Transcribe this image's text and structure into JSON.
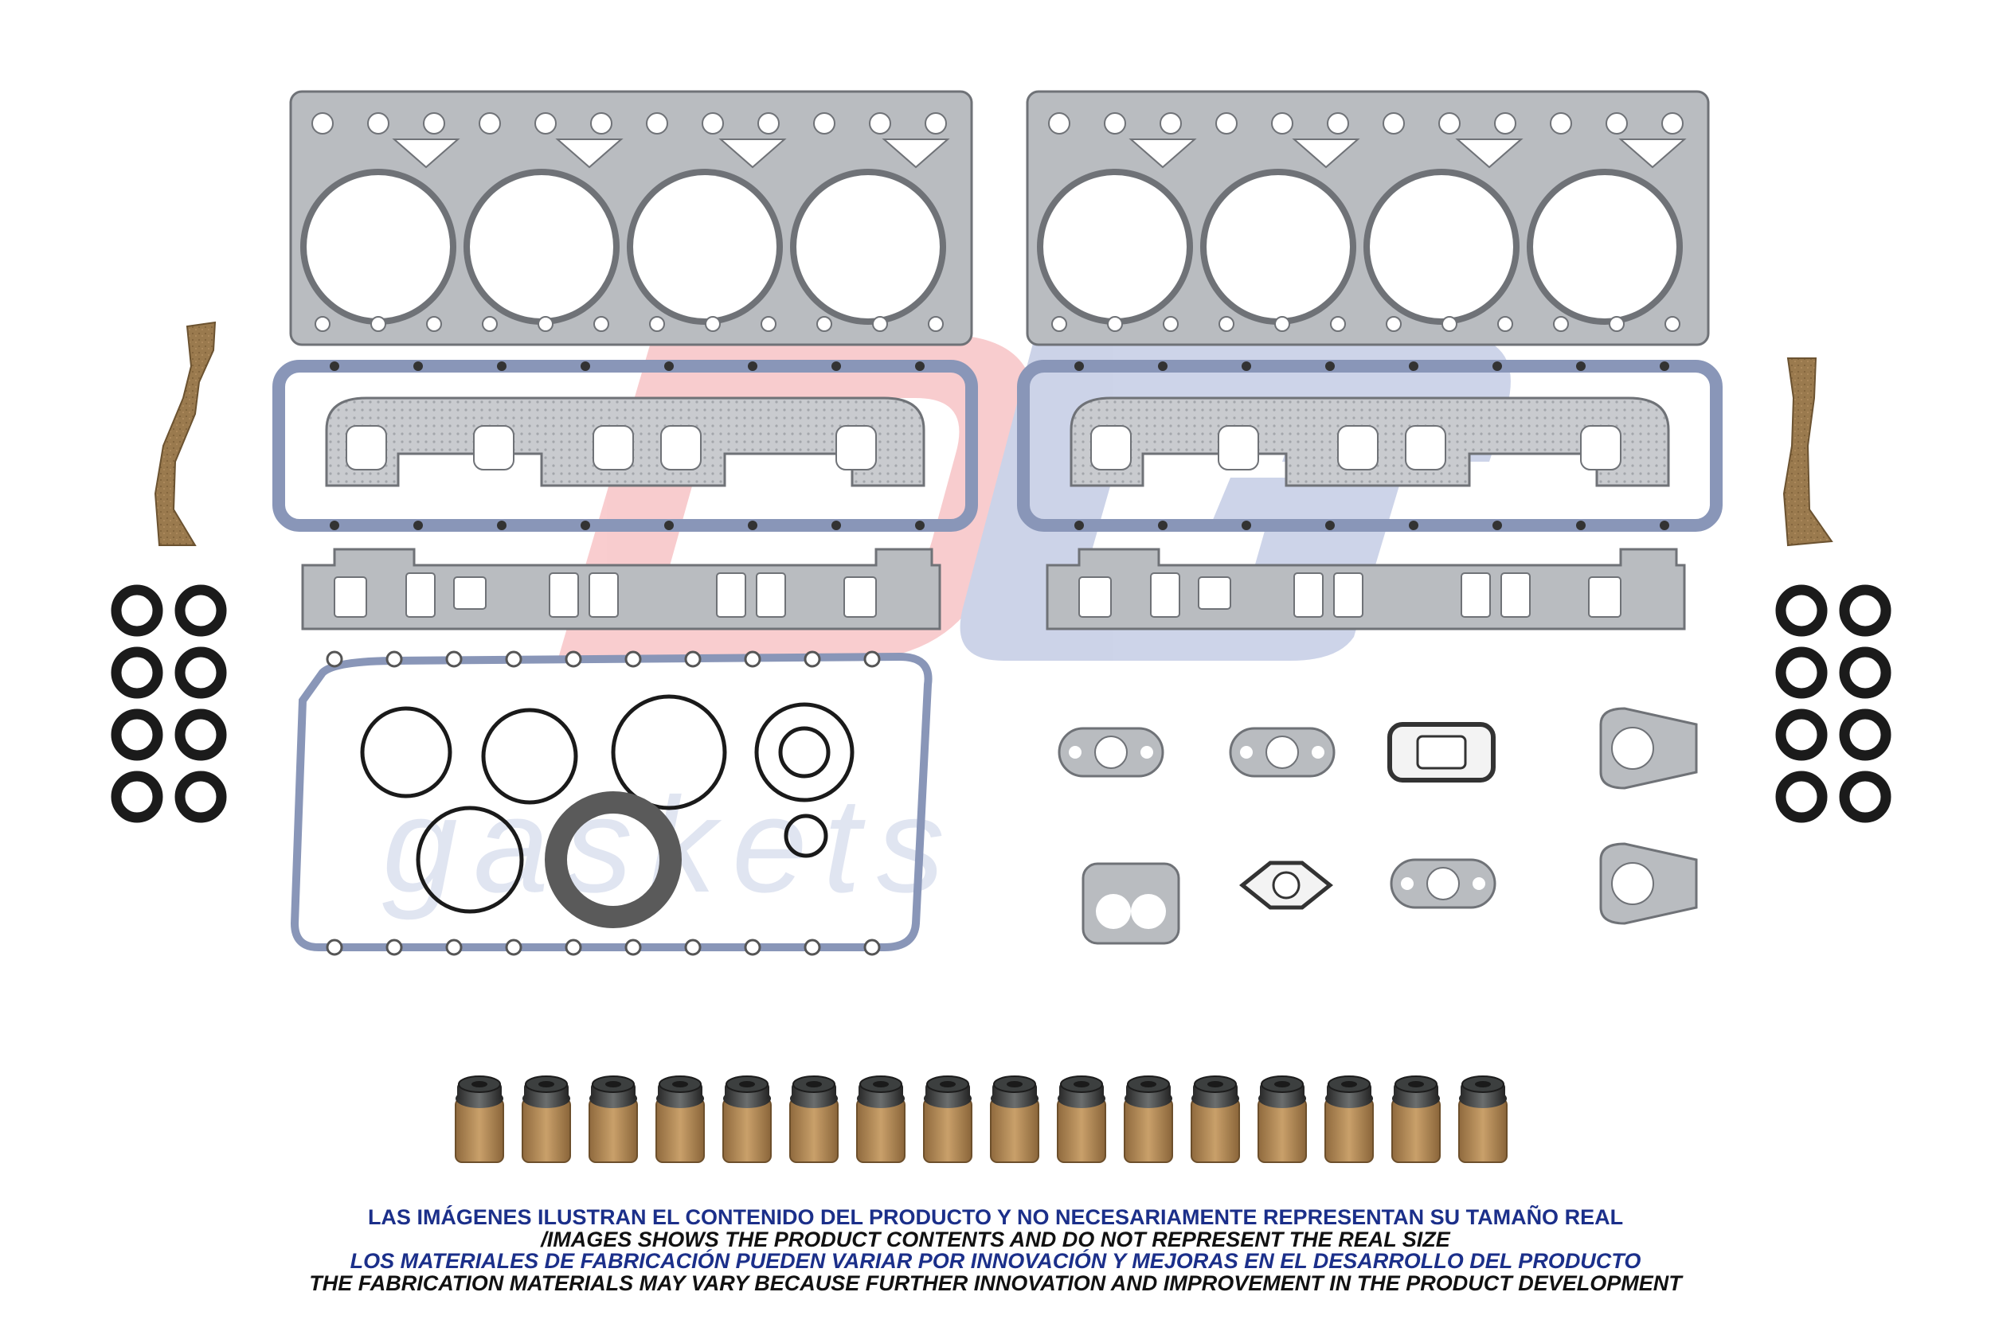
{
  "watermark": {
    "logo_text": "DG",
    "sub_text": "gaskets"
  },
  "kit": {
    "head_gaskets": 2,
    "valve_cover_gaskets": 2,
    "intake_gaskets": 2,
    "o_rings_per_side": 8,
    "valve_stem_seals": 16,
    "colors": {
      "metal": "#b9bcc0",
      "metal_edge": "#6f7277",
      "cork": "#9a7a4e",
      "rubber": "#1b1b1b",
      "seal_body": "#b58a55",
      "blue_gasket": "#8996b8"
    }
  },
  "disclaimer": {
    "line1": "LAS IMÁGENES ILUSTRAN EL CONTENIDO DEL PRODUCTO Y NO NECESARIAMENTE REPRESENTAN SU TAMAÑO REAL",
    "line2": "/IMAGES SHOWS THE PRODUCT CONTENTS AND DO NOT REPRESENT THE REAL SIZE",
    "line3": "LOS MATERIALES DE FABRICACIÓN PUEDEN VARIAR POR INNOVACIÓN Y MEJORAS EN EL DESARROLLO DEL PRODUCTO",
    "line4": "THE FABRICATION MATERIALS MAY VARY BECAUSE FURTHER INNOVATION AND IMPROVEMENT IN THE PRODUCT DEVELOPMENT"
  }
}
